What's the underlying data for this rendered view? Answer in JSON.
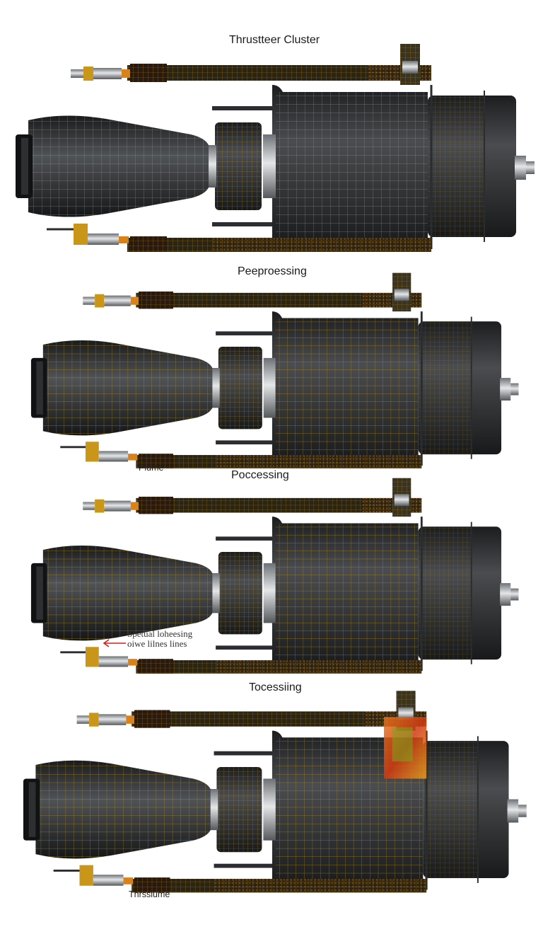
{
  "panels": [
    {
      "title": "Thrustteer Cluster",
      "label": "",
      "callout": []
    },
    {
      "title": "Peeproessing",
      "label": "Plume",
      "callout": []
    },
    {
      "title": "Poccessing",
      "label": "",
      "callout": [
        "Spetual loheesing",
        "oiwe lilnes lines"
      ]
    },
    {
      "title": "Tocessiing",
      "label": "Thrsslume",
      "callout": []
    }
  ],
  "colors": {
    "body_dark": "#2a2c2e",
    "wire": "#c99a12",
    "accent_orange": "#e8761c",
    "hot_red": "#d13a12",
    "hot_green": "#7aa51c",
    "callout_arrow": "#d42020"
  }
}
